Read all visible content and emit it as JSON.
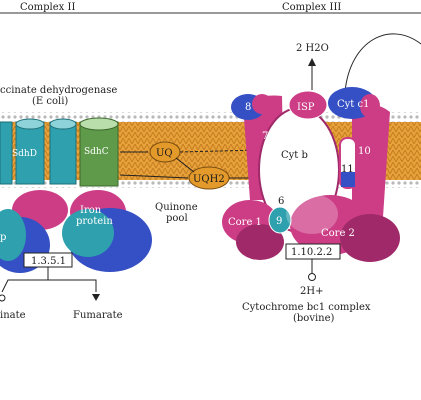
{
  "headers": {
    "complex_ii": "Complex II",
    "complex_iii": "Complex III"
  },
  "complex_ii": {
    "enzyme_title_1": "ccinate dehydrogenase",
    "enzyme_title_2": "(E coli)",
    "sdhd": "SdhD",
    "sdhc": "SdhC",
    "iron_protein_1": "Iron",
    "iron_protein_2": "protein",
    "ec_box": "1.3.5.1",
    "left_partial": "p",
    "substrate": "inate",
    "product": "Fumarate"
  },
  "quinone": {
    "uq": "UQ",
    "uqh2": "UQH2",
    "pool_1": "Quinone",
    "pool_2": "pool"
  },
  "complex_iii": {
    "top_product": "2 H2O",
    "subunit_8": "8",
    "isp": "ISP",
    "cyt_c1": "Cyt c1",
    "subunit_7": "7",
    "cyt_b": "Cyt b",
    "subunit_11": "11",
    "subunit_10": "10",
    "subunit_6": "6",
    "core_1": "Core 1",
    "subunit_9": "9",
    "core_2": "Core 2",
    "ec_box": "1.10.2.2",
    "proton": "2H+",
    "name_1": "Cytochrome bc1 complex",
    "name_2": "(bovine)"
  },
  "colors": {
    "membrane": "#e7a23c",
    "membrane_dots": "#b9b9b9",
    "magenta": "#cc3d86",
    "blue": "#3550c4",
    "teal": "#2fa0ad",
    "green": "#5f9a4a",
    "orange": "#e39a2a"
  }
}
